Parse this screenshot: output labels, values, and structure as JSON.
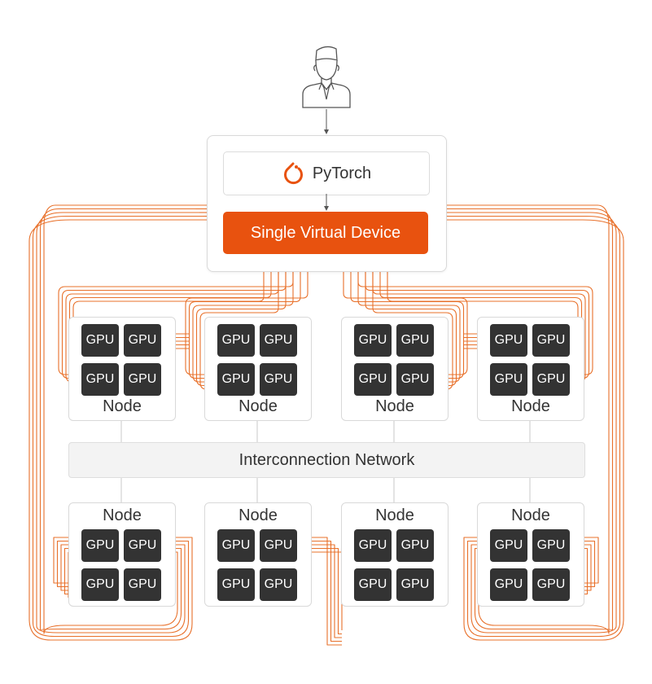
{
  "pytorch": {
    "label": "PyTorch"
  },
  "virtual_device": {
    "label": "Single Virtual Device"
  },
  "network": {
    "label": "Interconnection Network"
  },
  "node_label": "Node",
  "gpu_label": "GPU",
  "colors": {
    "accent": "#e8520f",
    "gpu": "#333333",
    "wire": "#e8702a"
  },
  "icons": [
    "user-icon",
    "pytorch-logo-icon"
  ]
}
